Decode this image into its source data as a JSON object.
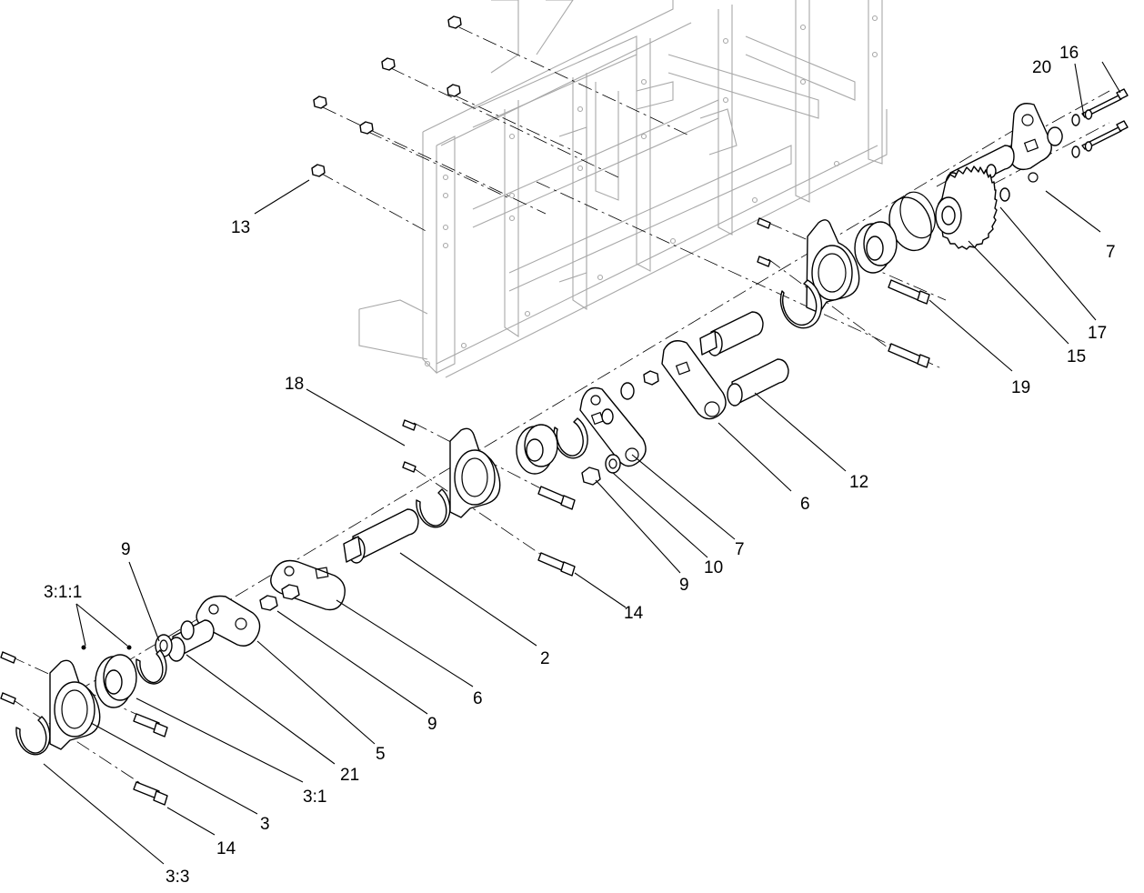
{
  "labels": {
    "l13": "13",
    "l16": "16",
    "l20": "20",
    "l7a": "7",
    "l17": "17",
    "l15": "15",
    "l19": "19",
    "l12": "12",
    "l18": "18",
    "l6a": "6",
    "l7b": "7",
    "l10": "10",
    "l9a": "9",
    "l14a": "14",
    "l2": "2",
    "l6b": "6",
    "l9b": "9",
    "l9c": "9",
    "l311": "3:1:1",
    "l5": "5",
    "l21": "21",
    "l31": "3:1",
    "l3": "3",
    "l14b": "14",
    "l33": "3:3"
  }
}
